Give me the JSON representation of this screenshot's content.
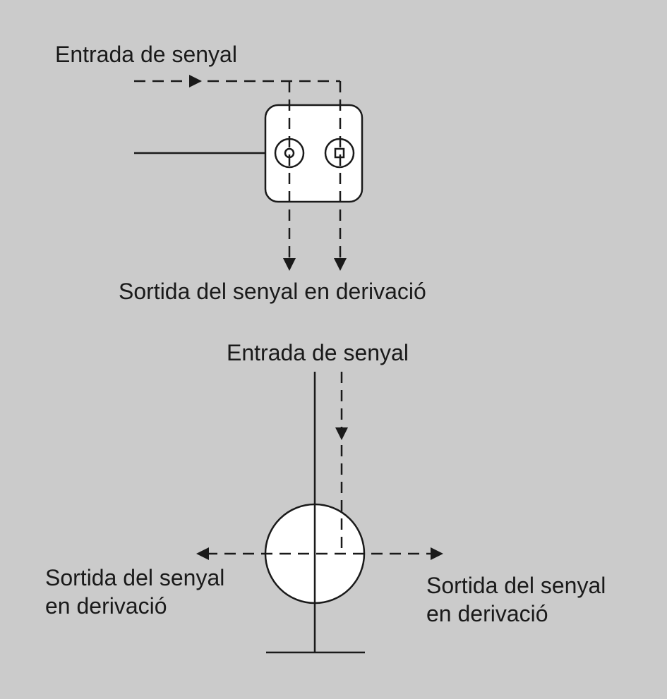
{
  "colors": {
    "background": "#cbcbcb",
    "stroke": "#1a1a1a",
    "fill": "#ffffff"
  },
  "top_diagram": {
    "input_label": "Entrada de senyal",
    "output_label": "Sortida del senyal en derivació"
  },
  "bottom_diagram": {
    "input_label": "Entrada de senyal",
    "left_output": {
      "line1": "Sortida del senyal",
      "line2": "en derivació"
    },
    "right_output": {
      "line1": "Sortida del senyal",
      "line2": "en derivació"
    }
  }
}
